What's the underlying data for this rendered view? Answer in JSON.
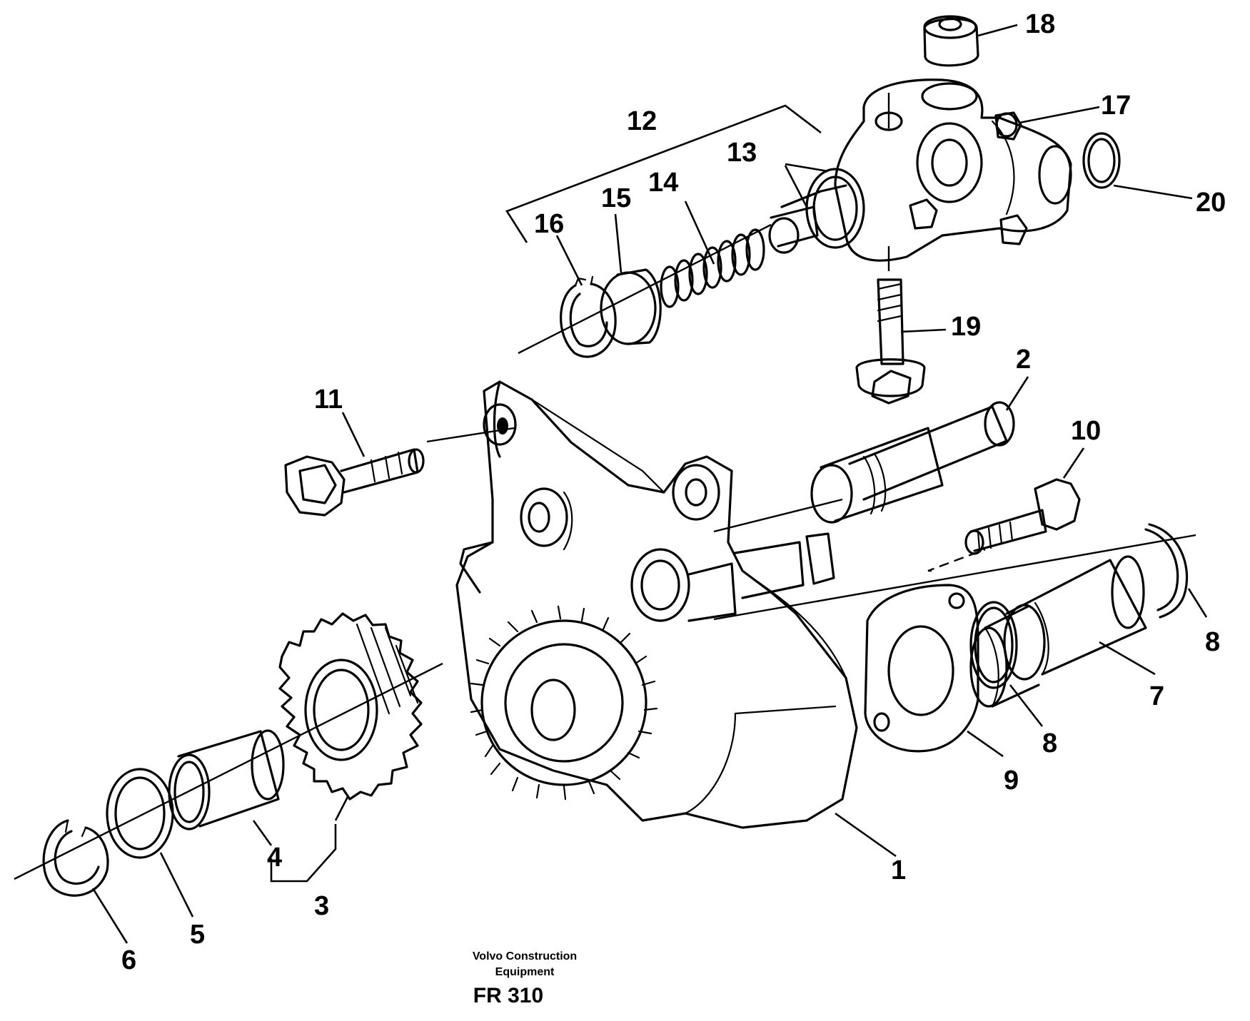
{
  "labels": {
    "l1": "1",
    "l2": "2",
    "l3": "3",
    "l4": "4",
    "l5": "5",
    "l6": "6",
    "l7": "7",
    "l8a": "8",
    "l8b": "8",
    "l9": "9",
    "l10": "10",
    "l11": "11",
    "l12": "12",
    "l13": "13",
    "l14": "14",
    "l15": "15",
    "l16": "16",
    "l17": "17",
    "l18": "18",
    "l19": "19",
    "l20": "20"
  },
  "caption": {
    "line1": "Volvo Construction",
    "line2": "Equipment",
    "code": "FR 310"
  }
}
